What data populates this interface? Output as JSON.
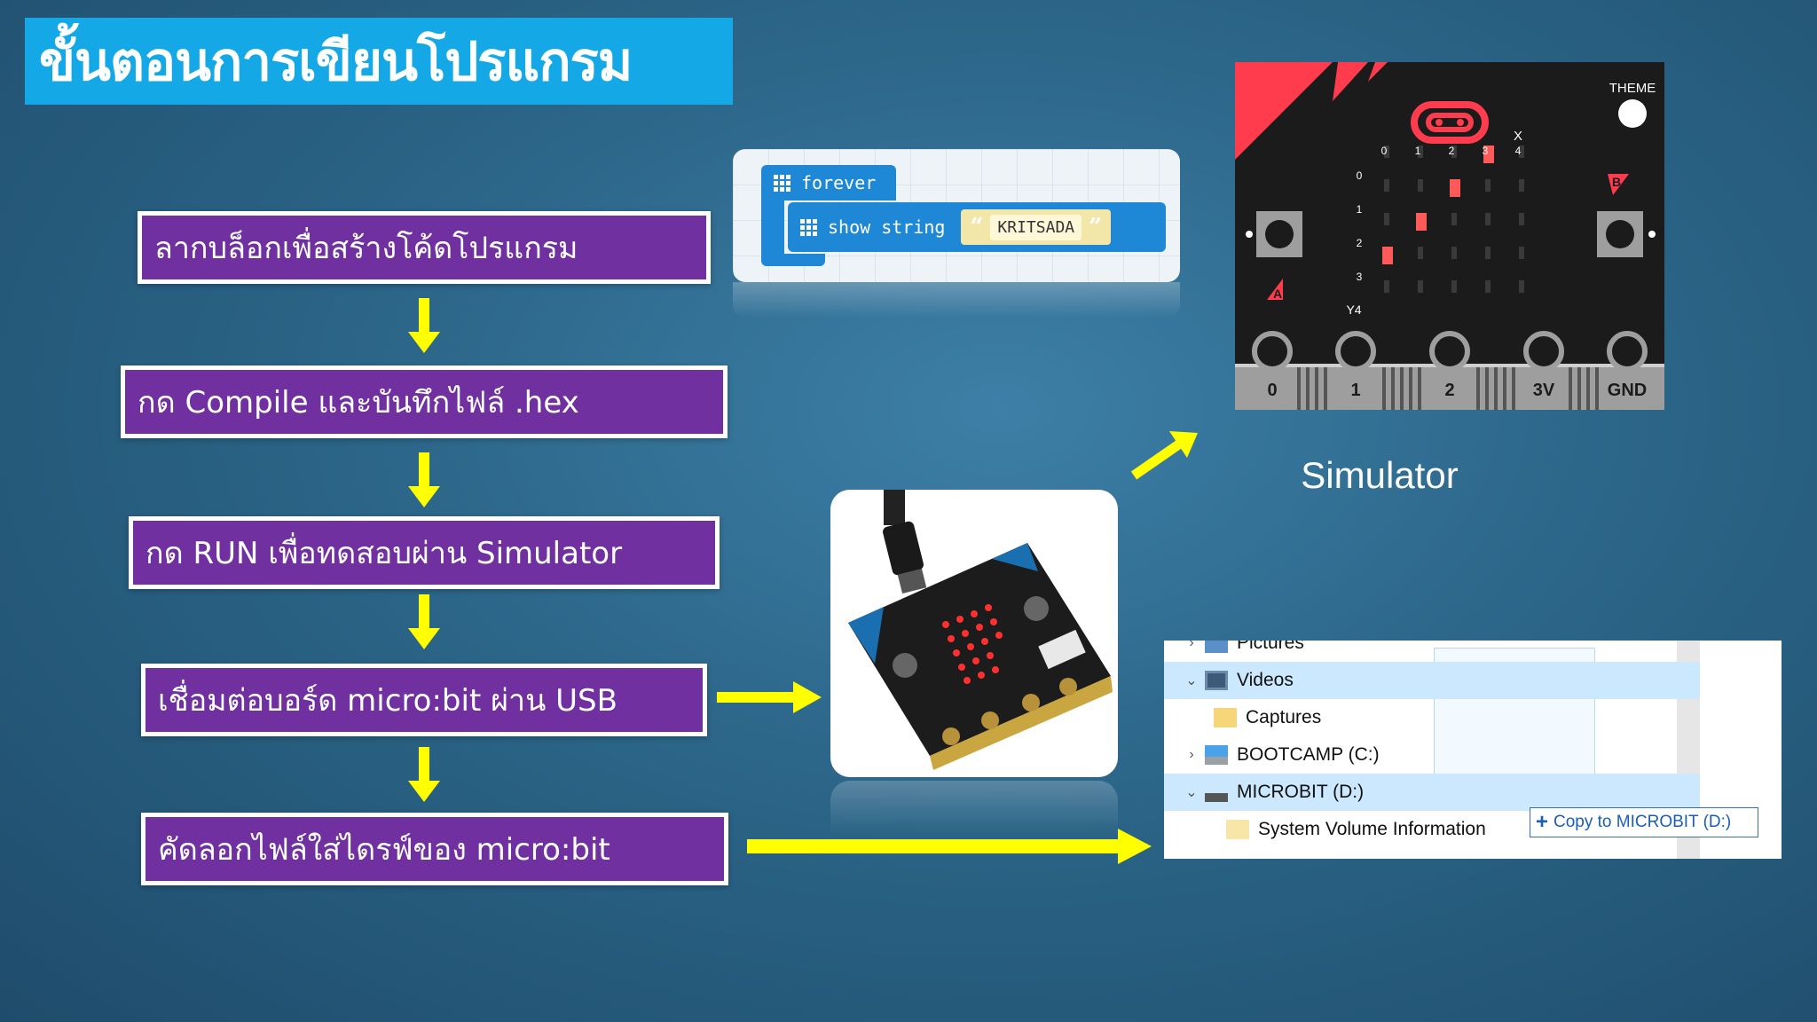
{
  "title": "ขั้นตอนการเขียนโปรแกรม",
  "steps": [
    "ลากบล็อกเพื่อสร้างโค้ดโปรแกรม",
    "กด Compile และบันทึกไฟล์ .hex",
    "กด RUN เพื่อทดสอบผ่าน Simulator",
    "เชื่อมต่อบอร์ด micro:bit ผ่าน USB",
    "คัดลอกไฟล์ใส่ไดรฟ์ของ micro:bit"
  ],
  "code": {
    "forever_label": "forever",
    "show_string_label": "show string",
    "string_value": "KRITSADA",
    "open_quote": "“",
    "close_quote": "”"
  },
  "simulator": {
    "caption": "Simulator",
    "theme_label": "THEME",
    "x_label": "X",
    "x_axis_4": "4",
    "y_label": "Y4",
    "col_labels": [
      "0",
      "1",
      "2",
      "3"
    ],
    "row_labels": [
      "0",
      "1",
      "2",
      "3"
    ],
    "button_a": "A",
    "button_b": "B",
    "pins": [
      "0",
      "1",
      "2",
      "3V",
      "GND"
    ]
  },
  "explorer": {
    "rows": [
      {
        "label": "Pictures",
        "chevron": "›",
        "icon": "pictures",
        "selected": false
      },
      {
        "label": "Videos",
        "chevron": "⌄",
        "icon": "videos",
        "selected": true
      },
      {
        "label": "Captures",
        "chevron": "",
        "icon": "folder",
        "selected": false
      },
      {
        "label": "BOOTCAMP (C:)",
        "chevron": "›",
        "icon": "drive-windows",
        "selected": false
      },
      {
        "label": "MICROBIT (D:)",
        "chevron": "⌄",
        "icon": "drive-usb",
        "selected": true
      },
      {
        "label": "System Volume Information",
        "chevron": "",
        "icon": "folder",
        "selected": false
      }
    ],
    "copy_tooltip": "Copy to MICROBIT (D:)",
    "copy_plus": "+"
  },
  "colors": {
    "title_bg": "#14a9e6",
    "step_bg": "#7030a0",
    "arrow": "#ffff00",
    "sim_red": "#ff3b4e",
    "led_on": "#ff5a5a"
  }
}
